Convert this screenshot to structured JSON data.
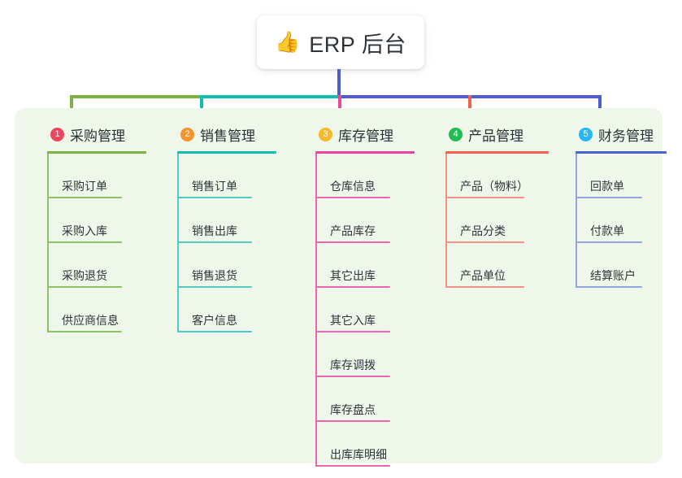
{
  "root": {
    "icon": "thumbs-up-icon",
    "icon_glyph": "👍",
    "title": "ERP 后台"
  },
  "palette": {
    "panel_bg": "#eef7ea",
    "page_bg": "#ffffff",
    "text": "#2b3036",
    "stem_blue": "#4f5bd5",
    "connector_green": "#7cb342",
    "connector_teal": "#0fc0b0",
    "connector_magenta": "#ec4899",
    "connector_red": "#f4604f",
    "connector_blue": "#4f5bd5"
  },
  "columns": [
    {
      "number": "1",
      "title": "采购管理",
      "badge_color": "#f0455f",
      "rule_color": "#7cb342",
      "leaf_color": "#8dc26b",
      "drop_color": "#7cb342",
      "items": [
        "采购订单",
        "采购入库",
        "采购退货",
        "供应商信息"
      ]
    },
    {
      "number": "2",
      "title": "销售管理",
      "badge_color": "#f5942b",
      "rule_color": "#0fc0b0",
      "leaf_color": "#55c8bd",
      "drop_color": "#0fc0b0",
      "items": [
        "销售订单",
        "销售出库",
        "销售退货",
        "客户信息"
      ]
    },
    {
      "number": "3",
      "title": "库存管理",
      "badge_color": "#f7b928",
      "rule_color": "#ec3f9e",
      "leaf_color": "#e967ac",
      "drop_color": "#ec4899",
      "items": [
        "仓库信息",
        "产品库存",
        "其它出库",
        "其它入库",
        "库存调拨",
        "库存盘点",
        "出库库明细"
      ]
    },
    {
      "number": "4",
      "title": "产品管理",
      "badge_color": "#22bb55",
      "rule_color": "#f4604f",
      "leaf_color": "#f59287",
      "drop_color": "#f4604f",
      "items": [
        "产品（物料）",
        "产品分类",
        "产品单位"
      ]
    },
    {
      "number": "5",
      "title": "财务管理",
      "badge_color": "#29b6f6",
      "rule_color": "#4b63d0",
      "leaf_color": "#93a6e0",
      "drop_color": "#4f5bd5",
      "items": [
        "回款单",
        "付款单",
        "结算账户"
      ]
    }
  ]
}
